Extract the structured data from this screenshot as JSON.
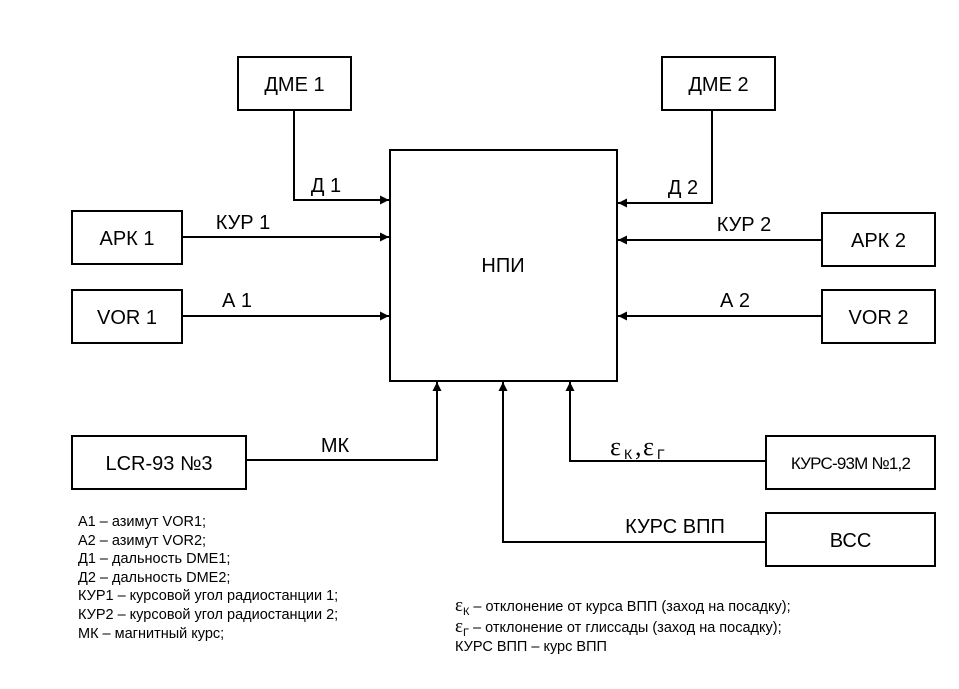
{
  "blocks": {
    "dme1": "ДМЕ 1",
    "dme2": "ДМЕ 2",
    "ark1": "АРК 1",
    "ark2": "АРК 2",
    "vor1": "VOR 1",
    "vor2": "VOR 2",
    "npi": "НПИ",
    "lcr": "LCR-93 №3",
    "kurs93": "КУРС-93М №1,2",
    "vss": "ВСС"
  },
  "signals": {
    "d1": "Д 1",
    "d2": "Д 2",
    "kur1": "КУР 1",
    "kur2": "КУР 2",
    "a1": "А 1",
    "a2": "А 2",
    "mk": "МК",
    "kurs_vpp": "КУРС ВПП",
    "eps_symbol": "ε",
    "eps_k_sub": "К",
    "eps_g_sub": "Г",
    "eps_sep": ","
  },
  "legend_left": [
    "А1 – азимут VOR1;",
    "А2 – азимут VOR2;",
    "Д1 – дальность DME1;",
    "Д2 – дальность DME2;",
    "КУР1 – курсовой угол радиостанции 1;",
    "КУР2 – курсовой угол радиостанции 2;",
    "МК – магнитный курс;"
  ],
  "legend_right": {
    "eps_symbol": "ε",
    "line1_sub": "К",
    "line1_text": " – отклонение от курса ВПП (заход на посадку);",
    "line2_sub": "Г",
    "line2_text": " – отклонение от глиссады (заход на посадку);",
    "line3_text": "КУРС ВПП – курс ВПП"
  }
}
